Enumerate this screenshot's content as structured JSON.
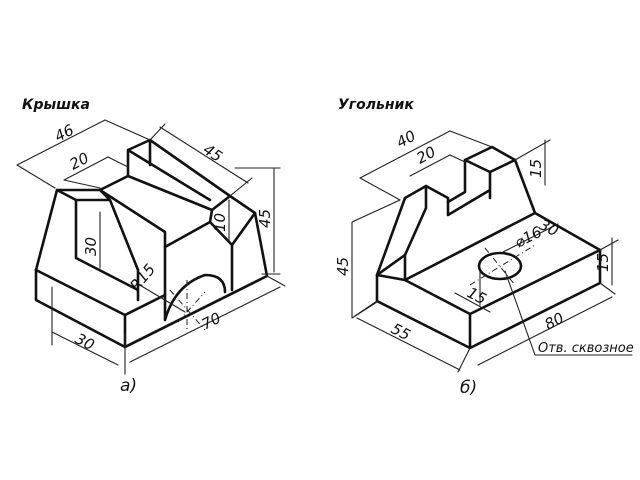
{
  "figure_a": {
    "title": "Крышка",
    "label": "а)",
    "dims": {
      "width_top": "46",
      "slot_width": "20",
      "depth_top": "45",
      "slot_depth": "10",
      "height": "45",
      "inner_height": "30",
      "radius": "R15",
      "bottom_width": "30",
      "length": "70"
    }
  },
  "figure_b": {
    "title": "Угольник",
    "label": "б)",
    "dims": {
      "top_width": "40",
      "slot_width": "20",
      "upright_height": "15",
      "offset": "30",
      "hole_diameter": "⌀16",
      "base_height": "15",
      "height": "45",
      "hole_offset": "15",
      "width": "55",
      "length": "80"
    },
    "note": "Отв. сквозное"
  },
  "colors": {
    "ink": "#111111",
    "paper": "#ffffff"
  }
}
